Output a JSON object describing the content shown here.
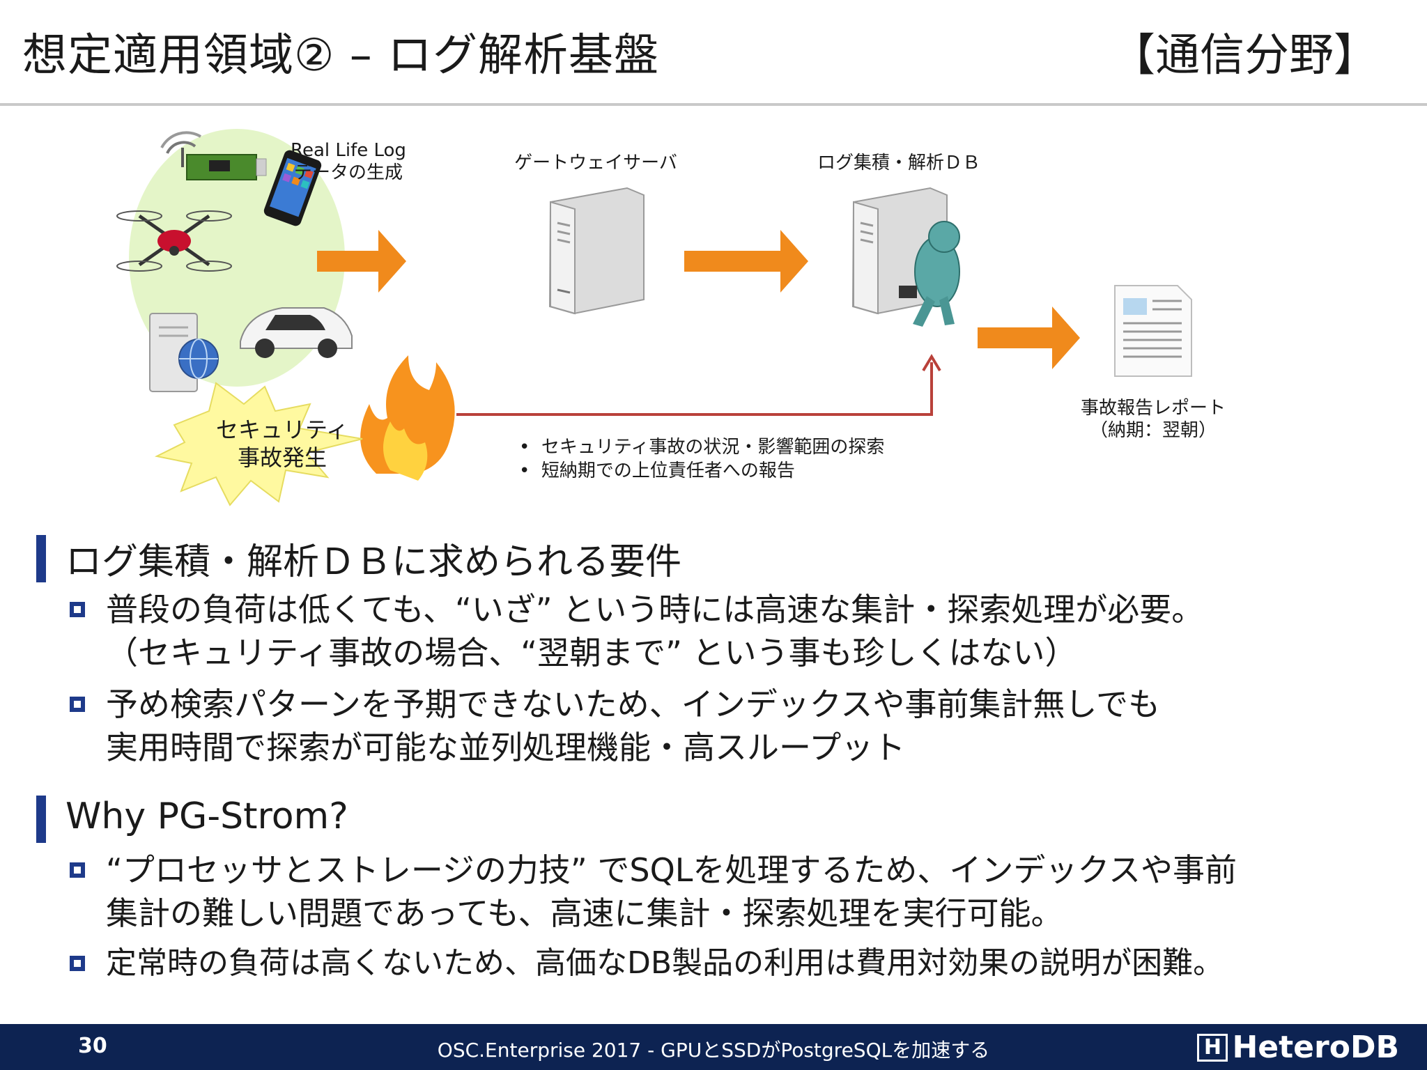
{
  "header": {
    "title": "想定適用領域② – ログ解析基盤",
    "field": "【通信分野】"
  },
  "diagram": {
    "source_label_line1": "Real Life Log",
    "source_label_line2": "データの生成",
    "gateway_label": "ゲートウェイサーバ",
    "db_label": "ログ集積・解析ＤＢ",
    "report_label_line1": "事故報告レポート",
    "report_label_line2": "（納期：翌朝）",
    "incident_line1": "セキュリティ",
    "incident_line2": "事故発生",
    "bullets": [
      "セキュリティ事故の状況・影響範囲の探索",
      "短納期での上位責任者への報告"
    ],
    "bullet_mark": "•",
    "colors": {
      "arrow": "#f08a1c",
      "red_line": "#b9413a",
      "green_blob": "#e4f5c8",
      "star": "#fff9a0"
    }
  },
  "section1": {
    "title": "ログ集積・解析ＤＢに求められる要件",
    "items": [
      {
        "line1": "普段の負荷は低くても、“いざ” という時には高速な集計・探索処理が必要。",
        "line2": "（セキュリティ事故の場合、“翌朝まで” という事も珍しくはない）"
      },
      {
        "line1": "予め検索パターンを予期できないため、インデックスや事前集計無しでも",
        "line2": "実用時間で探索が可能な並列処理機能・高スループット"
      }
    ]
  },
  "section2": {
    "title": "Why PG-Strom?",
    "items": [
      {
        "line1": "“プロセッサとストレージの力技” でSQLを処理するため、インデックスや事前",
        "line2": "集計の難しい問題であっても、高速に集計・探索処理を実行可能。"
      },
      {
        "line1": "定常時の負荷は高くないため、高価なDB製品の利用は費用対効果の説明が困難。",
        "line2": ""
      }
    ]
  },
  "footer": {
    "page": "30",
    "text": "OSC.Enterprise 2017 - GPUとSSDがPostgreSQLを加速する",
    "logo_mark": "H",
    "logo_text": "HeteroDB"
  }
}
